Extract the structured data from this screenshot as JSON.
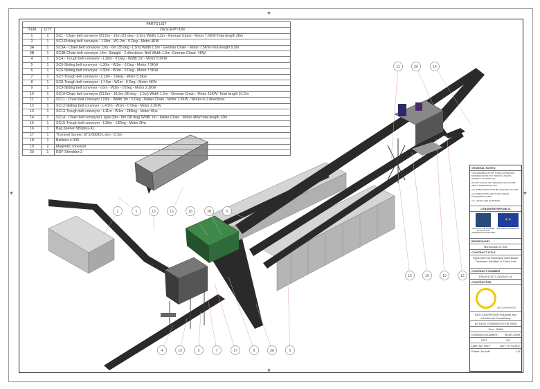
{
  "parts_list": {
    "title": "PARTS LIST",
    "headers": [
      "ITEM",
      "QTY",
      "DESCRIPTION"
    ],
    "rows": [
      [
        "1",
        "1",
        "SC1 - Chain belt conveyor (21.5m - 15m /23 deg - 2.5m) Width 1.2m - German Chain - Motor 7.5KW-Total length 28m"
      ],
      [
        "2",
        "1",
        "SC2-Picking belt conveyor - L18m - W1.2m - 0 Deg - Motor 4KW"
      ],
      [
        "3A",
        "1",
        "SC3A - Chain belt conveyor 12m - 6m /35 deg -1.5m) Width 1.5m - German Chain - Motor 7.5KW-Total length 9.5m"
      ],
      [
        "3B",
        "1",
        "SC3B-Chain belt conveyor L4m- Straight - 2 directions- Belt Width 1.5m -German Chain- 4KW"
      ],
      [
        "4",
        "1",
        "SC4 - Trough belt conveyor - L16m - 0 Deg - Width 1m - Motor 5.5KW"
      ],
      [
        "5",
        "1",
        "SC5-Sliding belt conveyor - L30m - W1m - 0 Deg - Motor 7.5KW"
      ],
      [
        "6",
        "1",
        "SC6-Sliding belt conveyor - L30m - W1m - 0 Deg - Motor 7.5KW"
      ],
      [
        "7",
        "1",
        "SC7-Trough belt conveyor - L13m - 10deg - Motor 5.5Kw"
      ],
      [
        "8",
        "1",
        "SC8-Trough belt conveyor - L7.5m - W1m - 0 Deg - Motor 4KW"
      ],
      [
        "9",
        "1",
        "SC9-Sliding belt conveyor - L6m - W1m - 0 Deg - Motor 2.2KW"
      ],
      [
        "10",
        "1",
        "SC10-Chain belt conveyor (21.5m - 18.2m /36 deg - 1.5m) Width 1.2m - German Chain - Motor 11KW- Total length 31.2m"
      ],
      [
        "11",
        "1",
        "SC11 - Chain belt conveyor L18m - Width 1m - 5 Deg - Italian Chain - Motor 7.5KW - Works in 2 directions"
      ],
      [
        "12",
        "1",
        "SC12-Sliding belt conveyor - L4.5m - W1m - 0 Deg - Motor 2.2KW"
      ],
      [
        "13",
        "1",
        "SC13-Trough belt conveyor - L11m - W1m - 28Deg - Motor 4Kw"
      ],
      [
        "14",
        "1",
        "SC14 - Chain belt conveyor L type (5m - 8m /38 deg) Width 1m - Italian Chain - Motor 4KW total length 13m"
      ],
      [
        "15",
        "1",
        "SC15-Trough belt conveyor - L10m - 13Deg - Motor 3Kw"
      ],
      [
        "16",
        "1",
        "Bag opener-SB0plus-KL"
      ],
      [
        "17",
        "1",
        "Trommel Screen STS 60020 L:6m - D:2m"
      ],
      [
        "18",
        "1",
        "Ballistor 4.000"
      ],
      [
        "19",
        "2",
        "Magnetic conveyor"
      ],
      [
        "20",
        "1",
        "RDF Shredder-2"
      ]
    ]
  },
  "callouts": {
    "top": [
      "11",
      "20",
      "14"
    ],
    "middle": [
      "2",
      "1",
      "13",
      "16",
      "18",
      "3B",
      "5"
    ],
    "right": [
      "15",
      "10",
      "19",
      "12"
    ],
    "bottom": [
      "4",
      "19",
      "9",
      "7",
      "17",
      "8",
      "3A",
      "6"
    ]
  },
  "title_block": {
    "general_notes_label": "GENERAL NOTES",
    "notes": [
      "THIS DRAWING IS NOT TO BE COPIED AND MODIFIED FROM ANY PERSON UNLESS SUBJECT TO APPROVAL",
      "DO NOT SCALE THIS DRAWING IF IN DOUBT ABOUT DIMENSIONS ASK",
      "ALL DIMENSIONS MUST BE CHECKED ON SITE",
      "ALL DIMENSIONS ARE IN MM UNLESS OTHERWISE NOTED",
      "ALL LEVELS ARE IN METERS"
    ],
    "country": "LEBANESE REPUBLIC",
    "office_caption": "OFFICE OF THE MINISTER OF STATE FOR ADMINISTRATIVE REFORM",
    "eu_caption": "EUROPEAN COMMISSION",
    "beneficiary_label": "BENEFICIARY",
    "beneficiary": "Municipality of Srar",
    "contract_title_label": "CONTRACT TITLE",
    "contract_title": "Equipment for Municipal Solid Waste Treatment Facilities in Three Lots",
    "contract_number_label": "CONTRACT NUMBER",
    "contract_number": "ENI/2017/377-010/SUP-LB",
    "contractor_label": "CONTRACTOR",
    "contractor_logo_text": "BIO CONVERSION",
    "contractor": "BIO CONVERSION Industrial and commercial Consultancy",
    "drawing_title": "AS BUILT DRAWINGS FOR SWM",
    "drawing_sub": "Srar - SWM",
    "drawing_number_label": "DRAWING NUMBER",
    "drawing_number": "SRAR-SWM",
    "sheet_labels": [
      "GRT",
      "DS"
    ],
    "date": "Date: Apr 2019",
    "scale": "NOT TO SCALE",
    "phase": "Phase: As built",
    "sheet": "1/3"
  },
  "colors": {
    "conveyor": "#2a2a2a",
    "concrete": "#bfbfbf",
    "green": "#2f6b3a",
    "leader": "#e3a0a0",
    "purple": "#4b2a6b"
  }
}
